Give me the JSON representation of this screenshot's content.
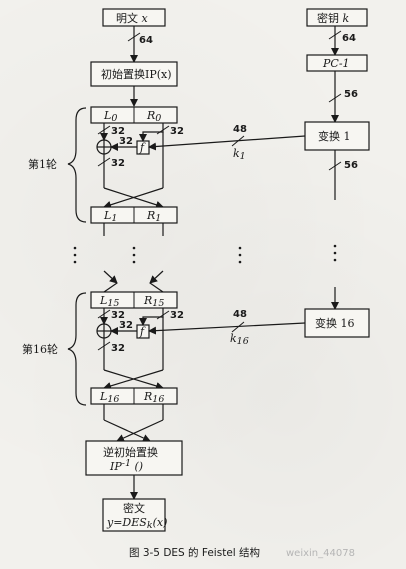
{
  "plaintext": {
    "label": "明文",
    "var": "x"
  },
  "key": {
    "label": "密钥",
    "var": "k"
  },
  "ip": "初始置换IP(x)",
  "pc1": "PC-1",
  "round1": {
    "label": "第1轮",
    "L_in": "L",
    "L_in_sub": "0",
    "R_in": "R",
    "R_in_sub": "0",
    "L_out": "L",
    "L_out_sub": "1",
    "R_out": "R",
    "R_out_sub": "1",
    "f": "f",
    "k": "k",
    "k_sub": "1",
    "transform": "变换 1"
  },
  "round16": {
    "label": "第16轮",
    "L_in": "L",
    "L_in_sub": "15",
    "R_in": "R",
    "R_in_sub": "15",
    "L_out": "L",
    "L_out_sub": "16",
    "R_out": "R",
    "R_out_sub": "16",
    "f": "f",
    "k": "k",
    "k_sub": "16",
    "transform": "变换 16"
  },
  "bits": {
    "b64a": "64",
    "b64b": "64",
    "b56a": "56",
    "b56b": "56",
    "b32": "32",
    "b48": "48"
  },
  "fp": {
    "line1": "逆初始置换",
    "line2": "IP",
    "sup": "-1",
    "paren": "()"
  },
  "ciphertext": {
    "label": "密文",
    "eq": "y=DES",
    "sub": "k",
    "arg": "(x)"
  },
  "caption": "图 3-5   DES 的 Feistel 结构",
  "watermark": "weixin_44078"
}
